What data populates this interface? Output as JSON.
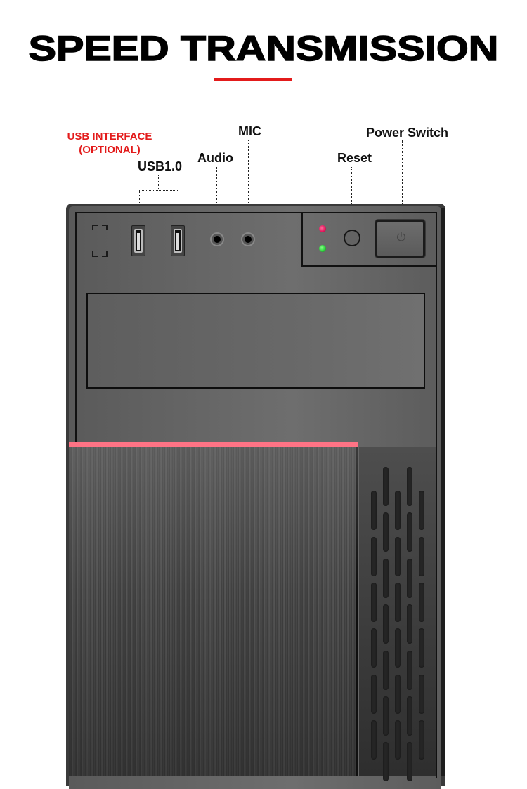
{
  "header": {
    "title": "SPEED TRANSMISSION",
    "underline_color": "#e31b1b"
  },
  "callouts": {
    "usb_interface": "USB INTERFACE",
    "usb_interface_note": "(OPTIONAL)",
    "usb": "USB1.0",
    "audio": "Audio",
    "mic": "MIC",
    "reset": "Reset",
    "power": "Power Switch"
  },
  "panel": {
    "led_colors": [
      "#e0155a",
      "#22cc33"
    ],
    "door_accent_color": "#ff7385",
    "power_icon": "⏻"
  }
}
